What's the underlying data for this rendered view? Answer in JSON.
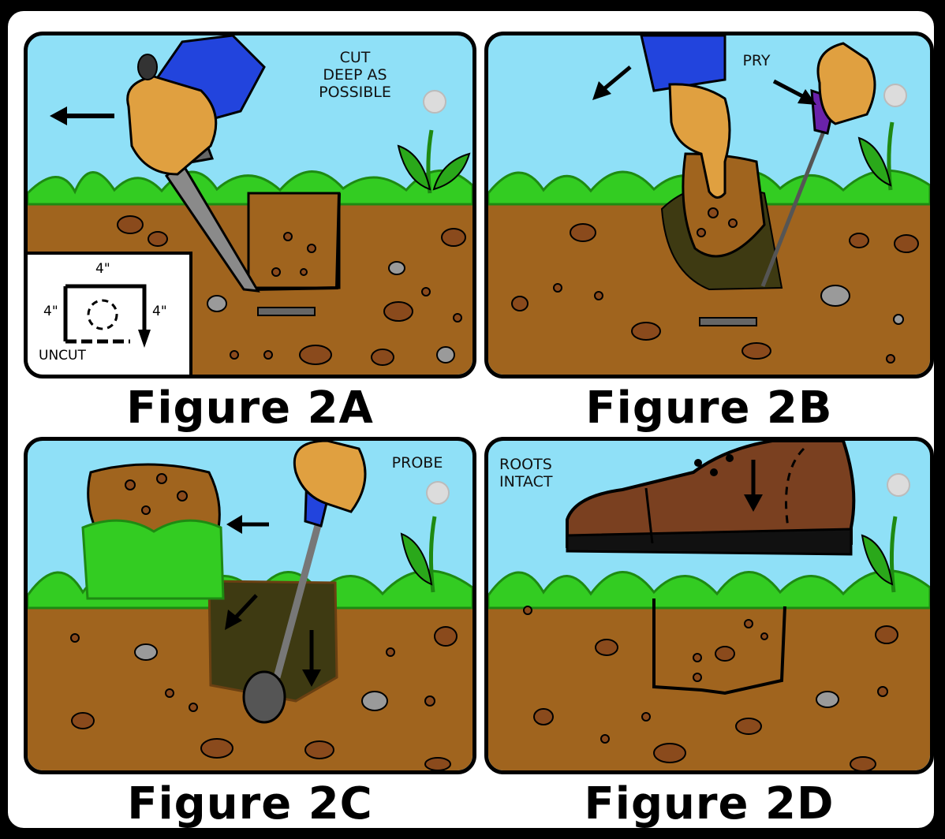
{
  "figures": [
    {
      "label": "Figure 2A",
      "note": "CUT\nDEEP AS\nPOSSIBLE",
      "inset": {
        "top": "4\"",
        "left": "4\"",
        "right": "4\"",
        "bottom": "UNCUT"
      }
    },
    {
      "label": "Figure 2B",
      "note": "PRY"
    },
    {
      "label": "Figure 2C",
      "note": "PROBE"
    },
    {
      "label": "Figure 2D",
      "note": "ROOTS\nINTACT"
    }
  ],
  "colors": {
    "sky": "#8fe0f7",
    "grass": "#33cc22",
    "grass_light": "#66ee44",
    "soil": "#a0641e",
    "soil_dark": "#3e3a12",
    "rock": "#8a4a1c",
    "stone": "#9a9a9a",
    "skin": "#e0a040",
    "sleeve": "#2244dd",
    "boot": "#7a4020",
    "steel": "#8a8a8a"
  }
}
